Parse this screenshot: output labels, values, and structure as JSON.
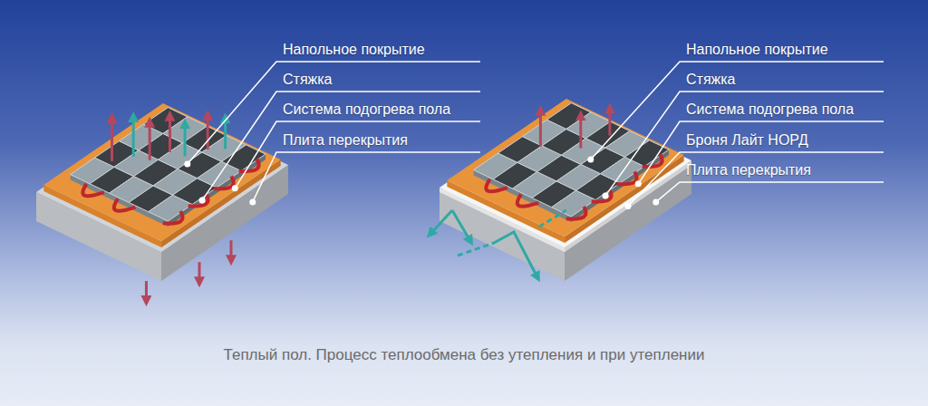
{
  "diagram": {
    "caption": "Теплый пол. Процесс теплообмена без утепления и при утеплении",
    "labels": [
      "Напольное покрытие",
      "Стяжка",
      "Система подогрева пола",
      "Плита перекрытия",
      "Напольное покрытие",
      "Стяжка",
      "Система подогрева пола",
      "Броня Лайт НОРД",
      "Плита перекрытия"
    ]
  }
}
